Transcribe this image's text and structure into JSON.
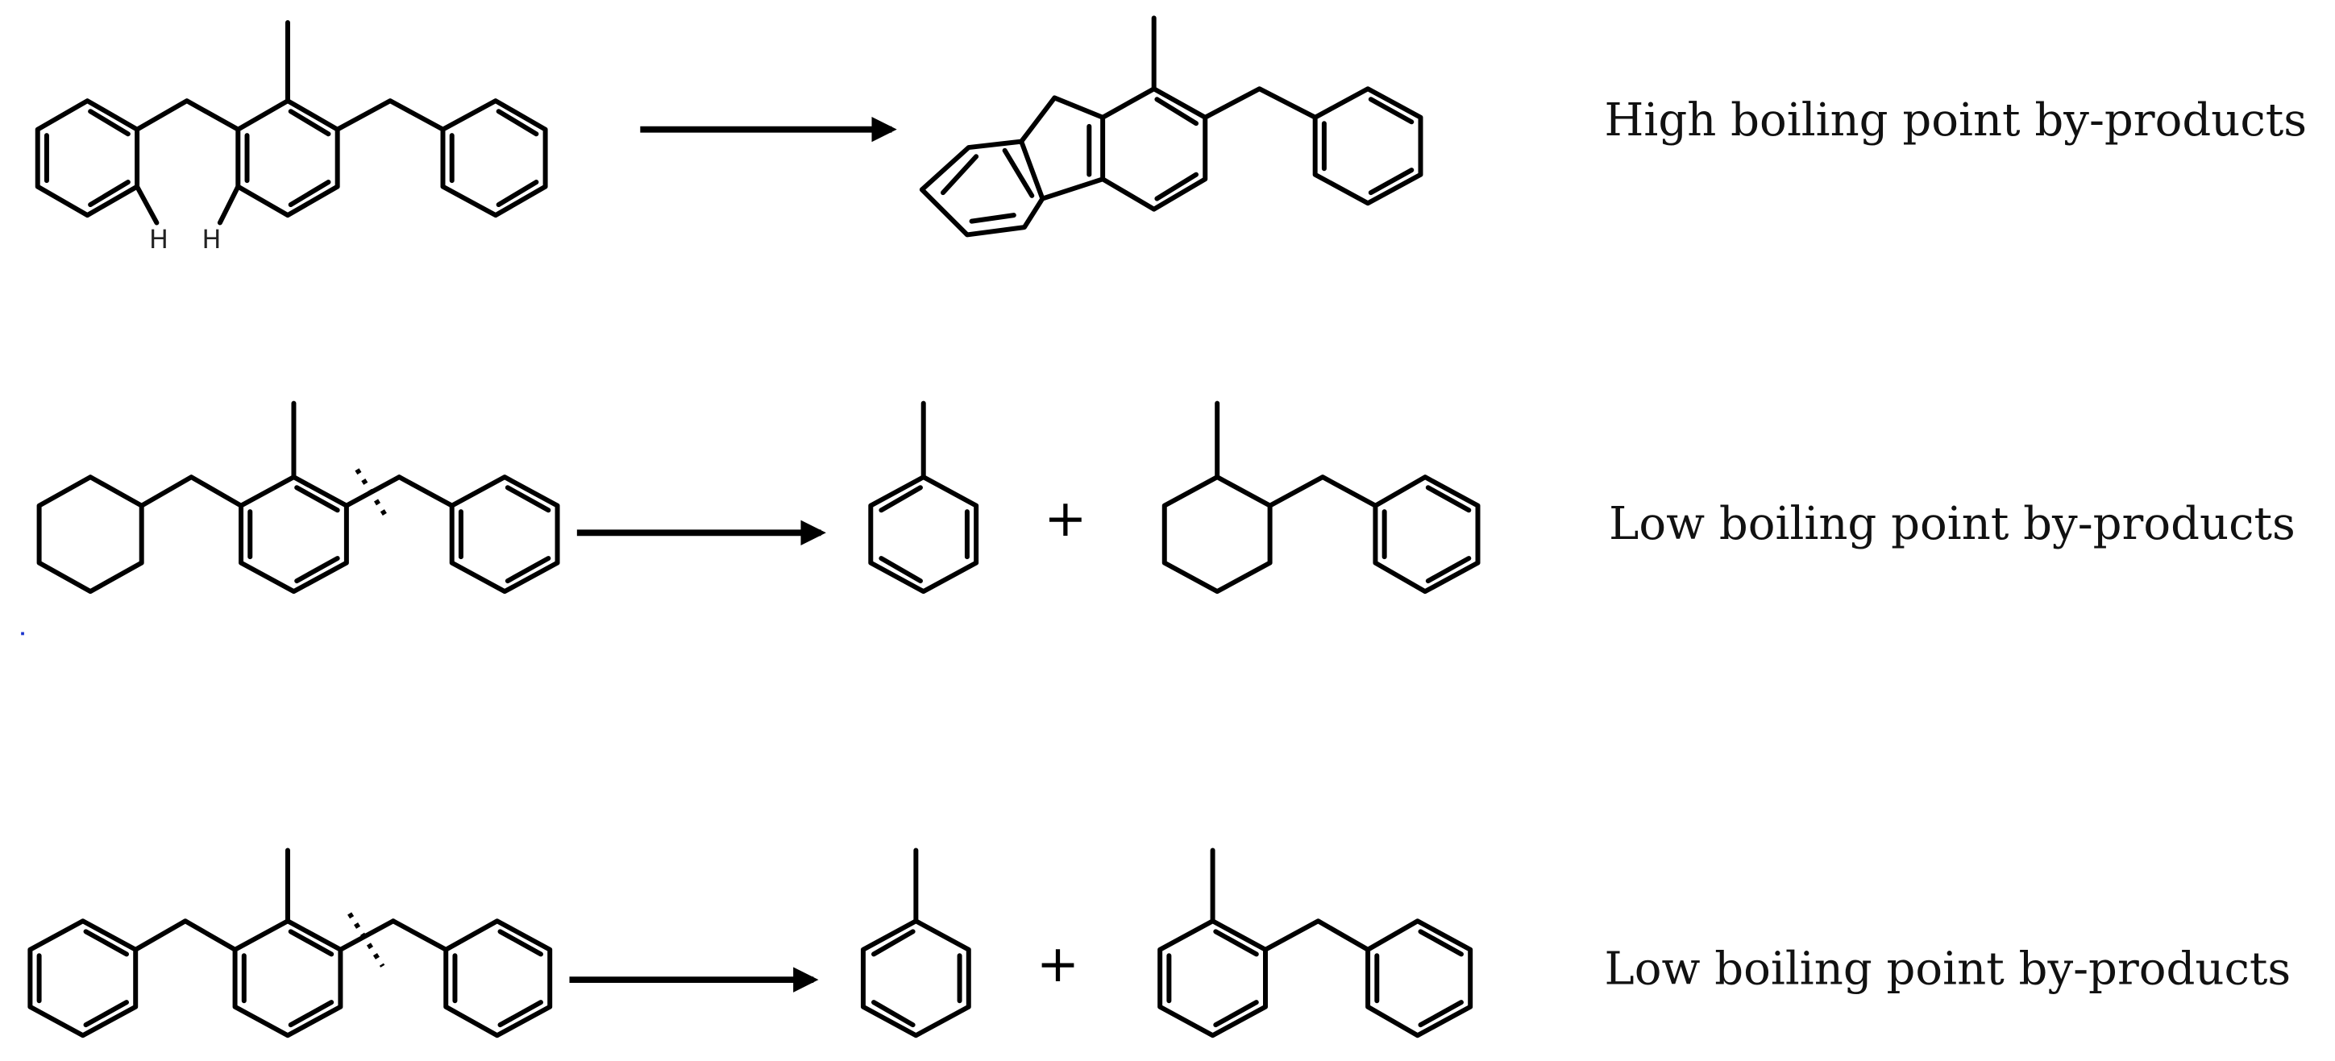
{
  "figure": {
    "type": "reaction-scheme",
    "rows": [
      {
        "id": "row-1",
        "reactant": "dibenzyl-toluene (ortho H atoms shown)",
        "atom_labels": [
          "H",
          "H"
        ],
        "product": "methyl-benzyl-fluorene (cyclization product)",
        "label": "High boiling point by-products"
      },
      {
        "id": "row-2",
        "reactant": "benzyl-(cyclohexylmethyl)-toluene with cleaved bond",
        "products": [
          "toluene",
          "(2-methylcyclohexyl)methyl-benzene"
        ],
        "plus": "+",
        "label": "Low boiling point by-products"
      },
      {
        "id": "row-3",
        "reactant": "dibenzyl-toluene with cleaved bond",
        "products": [
          "toluene",
          "2-methyl-diphenylmethane"
        ],
        "plus": "+",
        "label": "Low boiling point by-products"
      }
    ]
  },
  "colors": {
    "ink": "#000000",
    "background": "#ffffff",
    "stray_dot": "#1a33cc"
  }
}
